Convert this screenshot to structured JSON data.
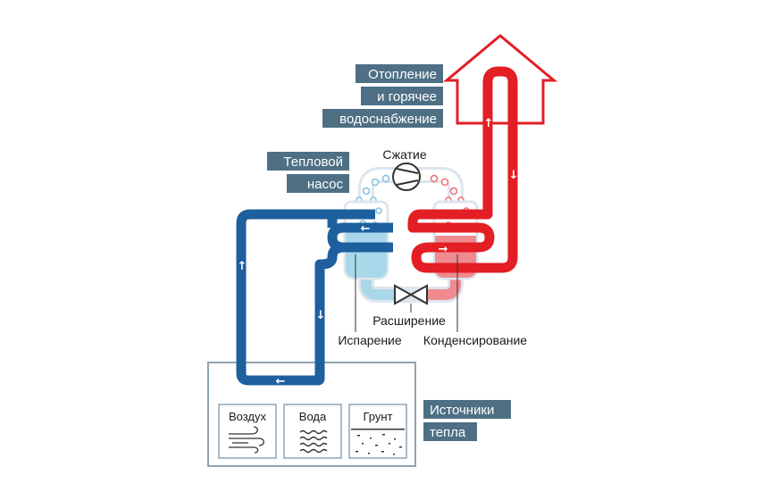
{
  "labels": {
    "heating": [
      "Отопление",
      "и горячее",
      "водоснабжение"
    ],
    "heat_pump": [
      "Тепловой",
      "насос"
    ],
    "heat_sources": [
      "Источники",
      "тепла"
    ],
    "compression": "Сжатие",
    "expansion": "Расширение",
    "evaporation": "Испарение",
    "condensation": "Конденсирование"
  },
  "sources": {
    "air": "Воздух",
    "water": "Вода",
    "ground": "Грунт"
  },
  "colors": {
    "tag_bg": "#4e6f84",
    "cold_pipe": "#1e5f9e",
    "hot_pipe": "#e31e24",
    "evaporator": "#a8d8ea",
    "condenser": "#ef8a8f",
    "frame": "#8fa4b2",
    "house": "#e31e24"
  }
}
